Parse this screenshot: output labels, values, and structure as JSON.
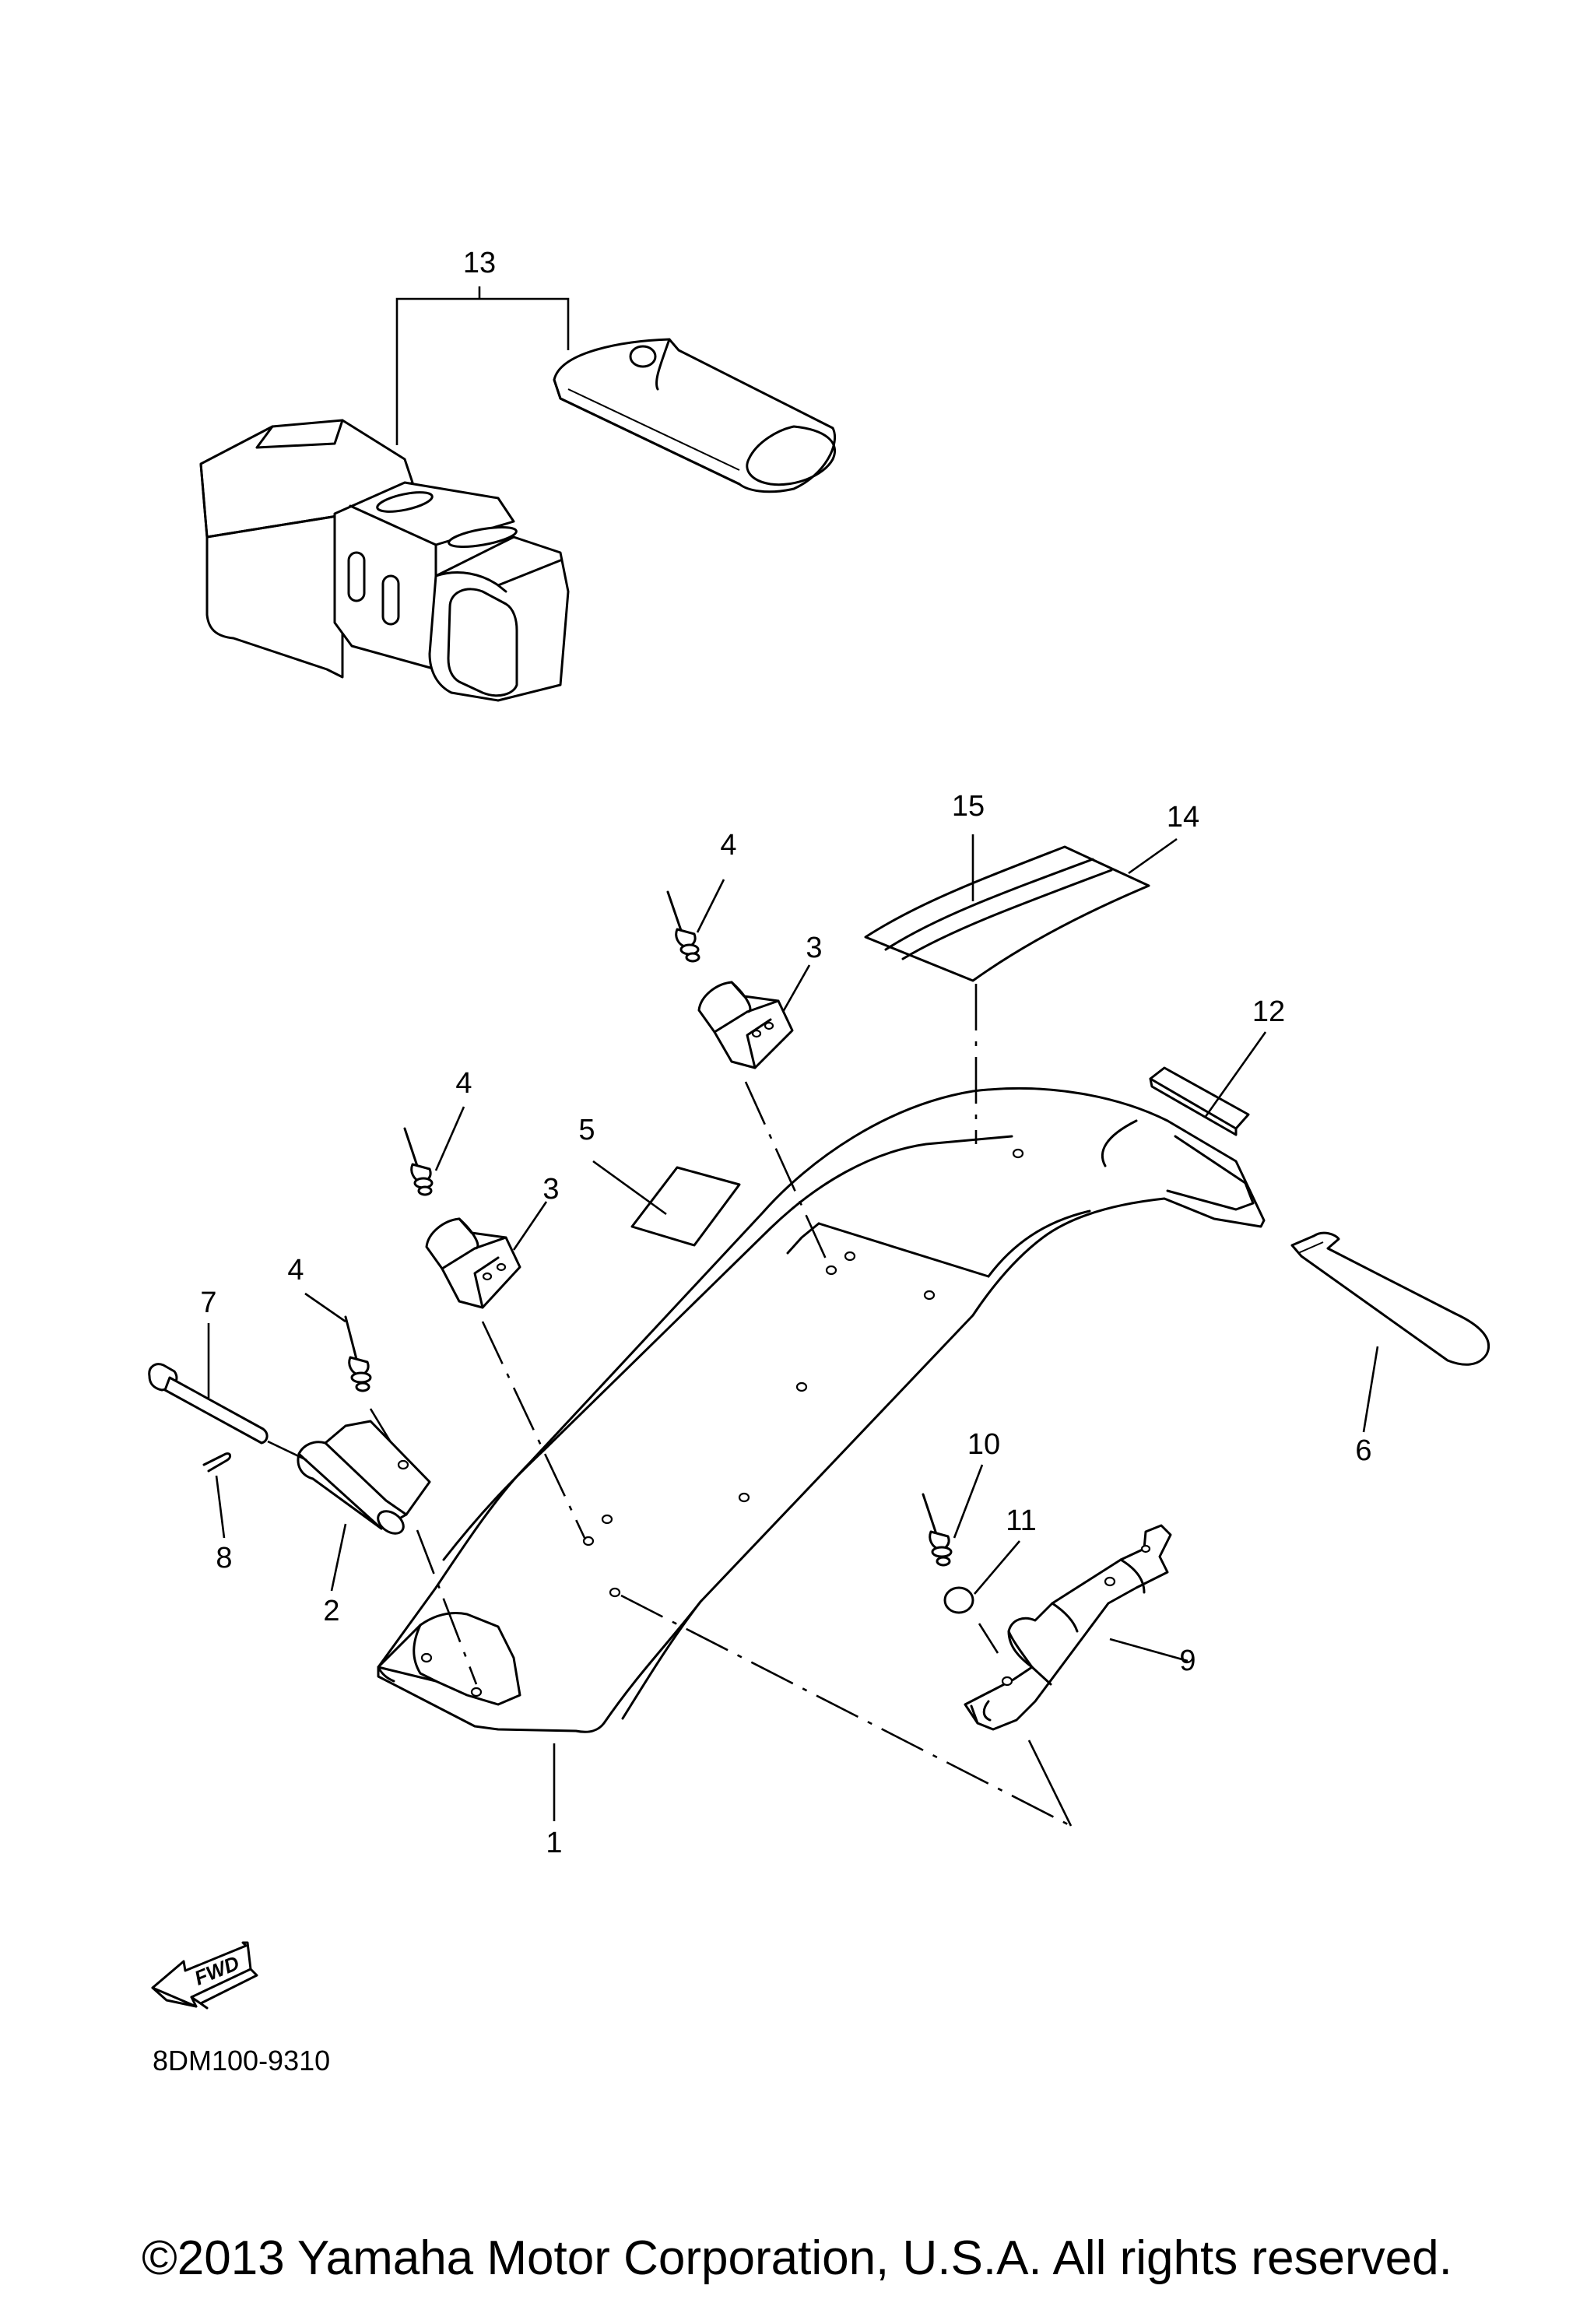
{
  "callouts": {
    "c1": "1",
    "c2": "2",
    "c3a": "3",
    "c3b": "3",
    "c4a": "4",
    "c4b": "4",
    "c4c": "4",
    "c5": "5",
    "c6": "6",
    "c7": "7",
    "c8": "8",
    "c9": "9",
    "c10": "10",
    "c11": "11",
    "c12": "12",
    "c13": "13",
    "c14": "14",
    "c15": "15"
  },
  "fwd_label": "FWD",
  "diagram_code": "8DM100-9310",
  "copyright": "©2013 Yamaha Motor Corporation, U.S.A. All rights reserved."
}
